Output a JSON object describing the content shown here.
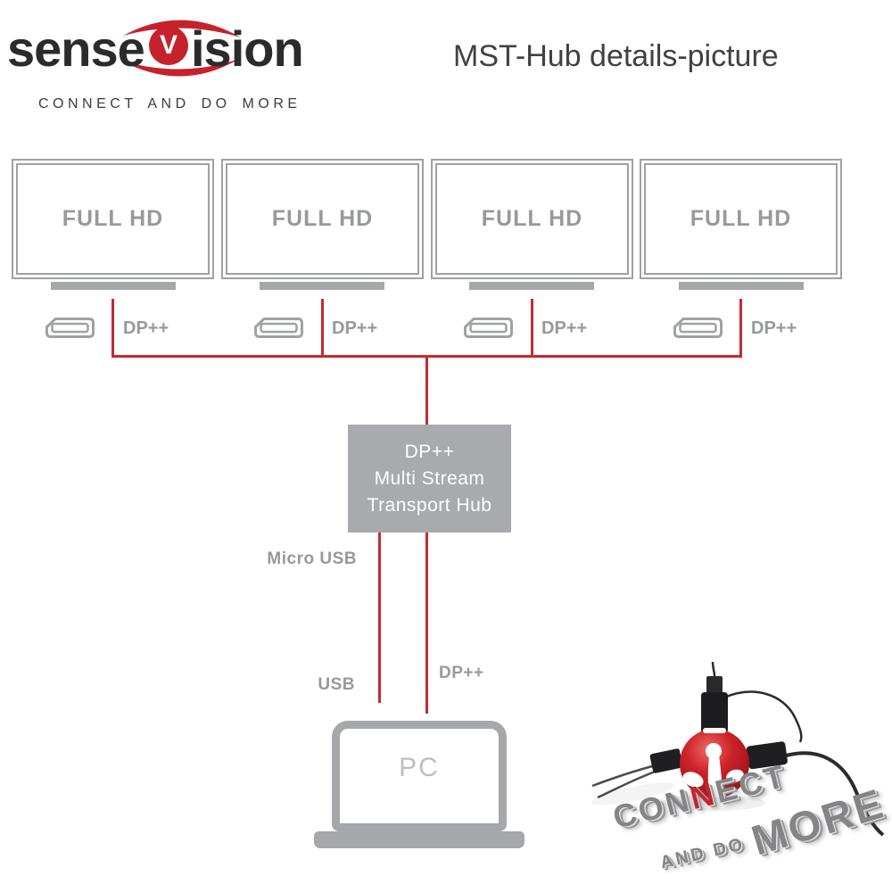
{
  "title": "MST-Hub details-picture",
  "logo": {
    "text_before": "sense",
    "letter": "V",
    "text_after": "ision",
    "tagline": "CONNECT AND DO MORE"
  },
  "monitors": [
    {
      "label": "FULL HD",
      "port": "DP++"
    },
    {
      "label": "FULL HD",
      "port": "DP++"
    },
    {
      "label": "FULL HD",
      "port": "DP++"
    },
    {
      "label": "FULL HD",
      "port": "DP++"
    }
  ],
  "hub": {
    "line1": "DP++",
    "line2": "Multi Stream",
    "line3": "Transport Hub"
  },
  "cables": {
    "micro_usb": "Micro USB",
    "usb": "USB",
    "dp": "DP++"
  },
  "pc": {
    "label": "PC"
  },
  "promo": {
    "connect_pre": "CON",
    "connect_red": "N",
    "connect_post": "ECT",
    "line2": "AND DO",
    "line3": "MORE"
  },
  "colors": {
    "accent_red": "#c32b33",
    "gray_frame": "#9fa1a4",
    "gray_text": "#97999c",
    "gray_fill": "#a5a7aa",
    "hub_fill": "#a8aaad",
    "title_color": "#414144",
    "logo_black": "#2b2b2d",
    "logo_red": "#c5222c",
    "pc_gray": "#bcbec0",
    "promo_metal": "#858587",
    "promo_red": "#bf2730"
  }
}
